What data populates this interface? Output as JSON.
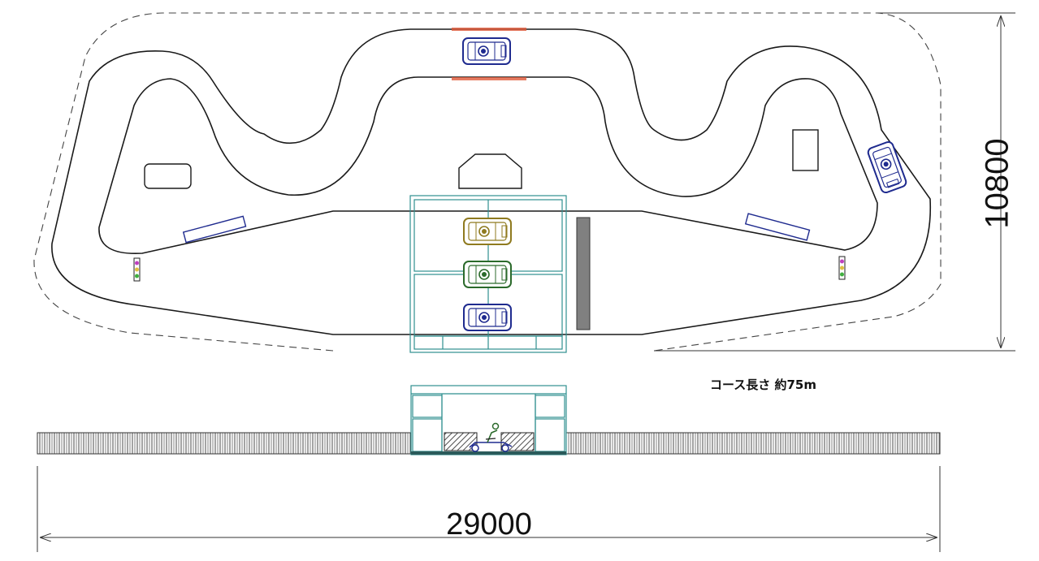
{
  "labels": {
    "course_length": "コース長さ  約75m",
    "width_dimension": "29000",
    "height_dimension": "10800"
  },
  "colors": {
    "track_line": "#1a1a1a",
    "dashed_boundary": "#444444",
    "booth": "#2f8f8f",
    "kart_blue": "#1f2b8f",
    "kart_yellow": "#8f7a1f",
    "kart_green": "#2b6a2b",
    "start_line": "#e05a3a",
    "pit_wall": "#808080",
    "fence": "#333333"
  },
  "icons": [
    "kart-icon",
    "traffic-light-icon",
    "rider-kart-icon"
  ]
}
